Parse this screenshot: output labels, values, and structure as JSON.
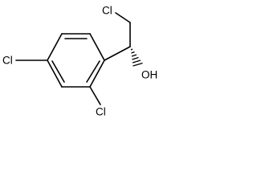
{
  "molecule": {
    "atoms": {
      "cl_top": "Cl",
      "cl_left": "Cl",
      "cl_ortho": "Cl",
      "hydroxyl": "OH"
    }
  }
}
